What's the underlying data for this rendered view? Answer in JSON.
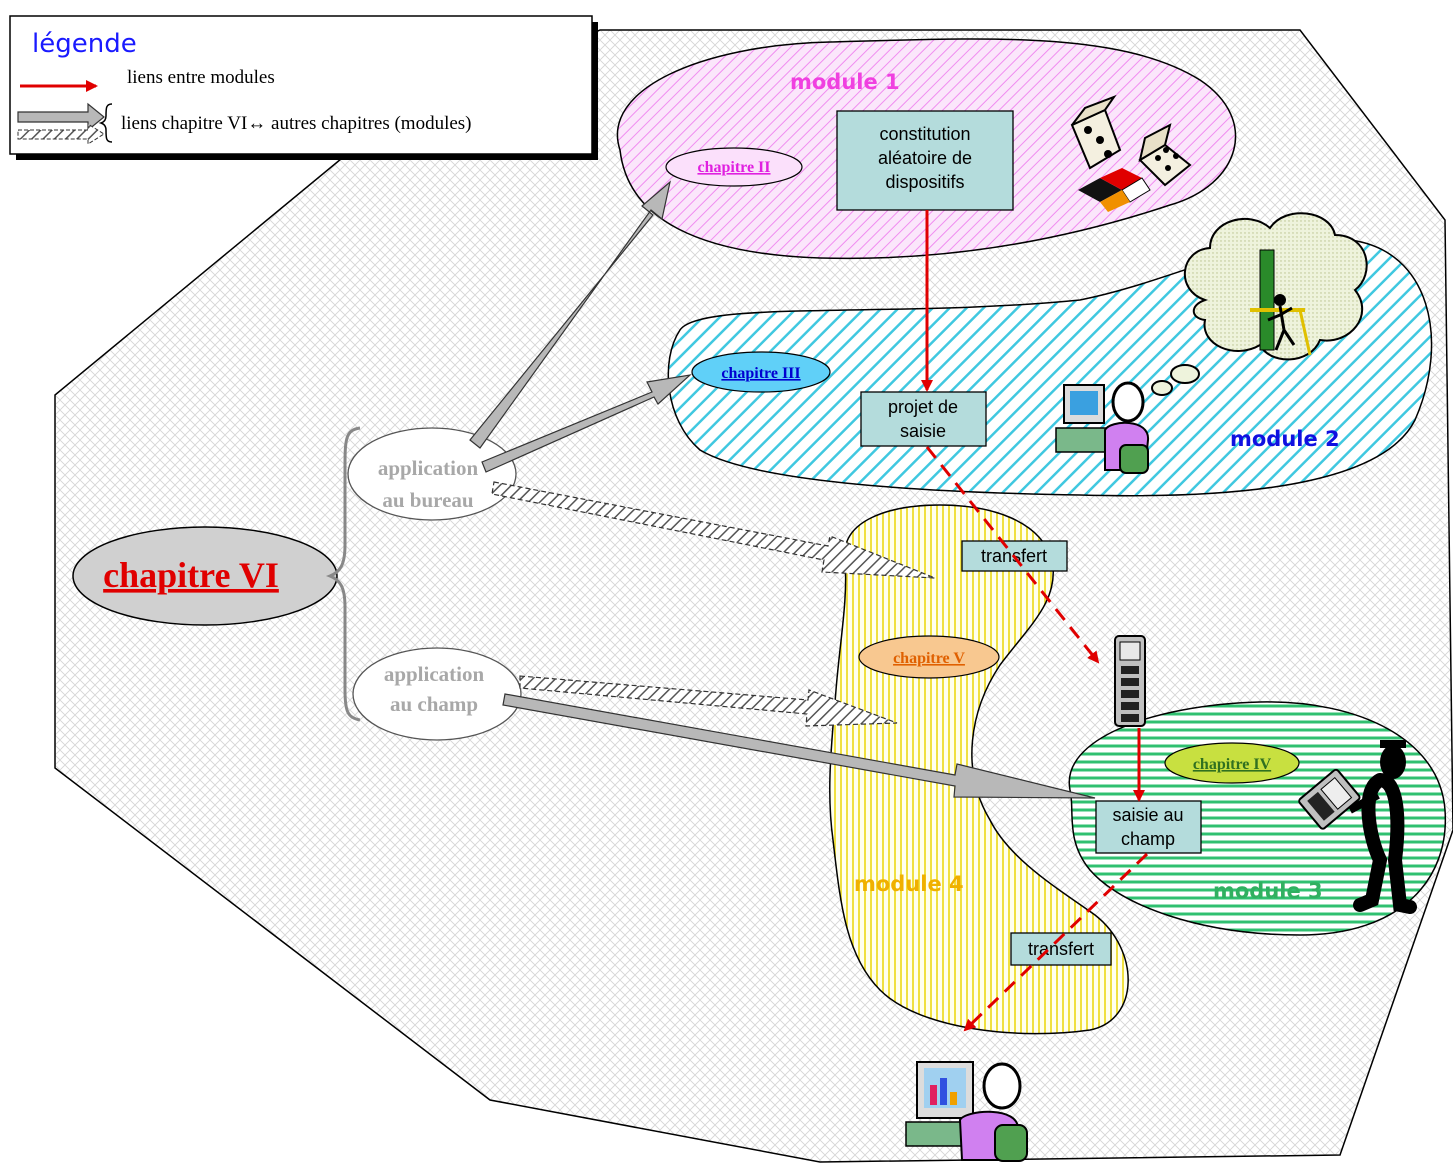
{
  "legend": {
    "title": "légende",
    "red_link_label": "liens entre modules",
    "grey_link_label": "liens chapitre VI↔ autres chapitres (modules)"
  },
  "central": {
    "label": "chapitre VI"
  },
  "applications": {
    "bureau": [
      "application",
      "au bureau"
    ],
    "champ": [
      "application",
      "au champ"
    ]
  },
  "modules": {
    "m1": "module 1",
    "m2": "module 2",
    "m3": "module 3",
    "m4": "module 4"
  },
  "chapters": {
    "c2": "chapitre II",
    "c3": "chapitre III",
    "c4": "chapitre IV",
    "c5": "chapitre V"
  },
  "boxes": {
    "constitution": [
      "constitution",
      "aléatoire de",
      "dispositifs"
    ],
    "projet": [
      "projet  de",
      "saisie"
    ],
    "transfert1": "transfert",
    "saisie": [
      "saisie au",
      "champ"
    ],
    "transfert2": "transfert"
  },
  "colors": {
    "module1": "#f080f0",
    "module2": "#40c8e0",
    "module3": "#30c070",
    "module4": "#f0e040",
    "red_link": "#e00000",
    "grey_link": "#b0b0b0"
  }
}
